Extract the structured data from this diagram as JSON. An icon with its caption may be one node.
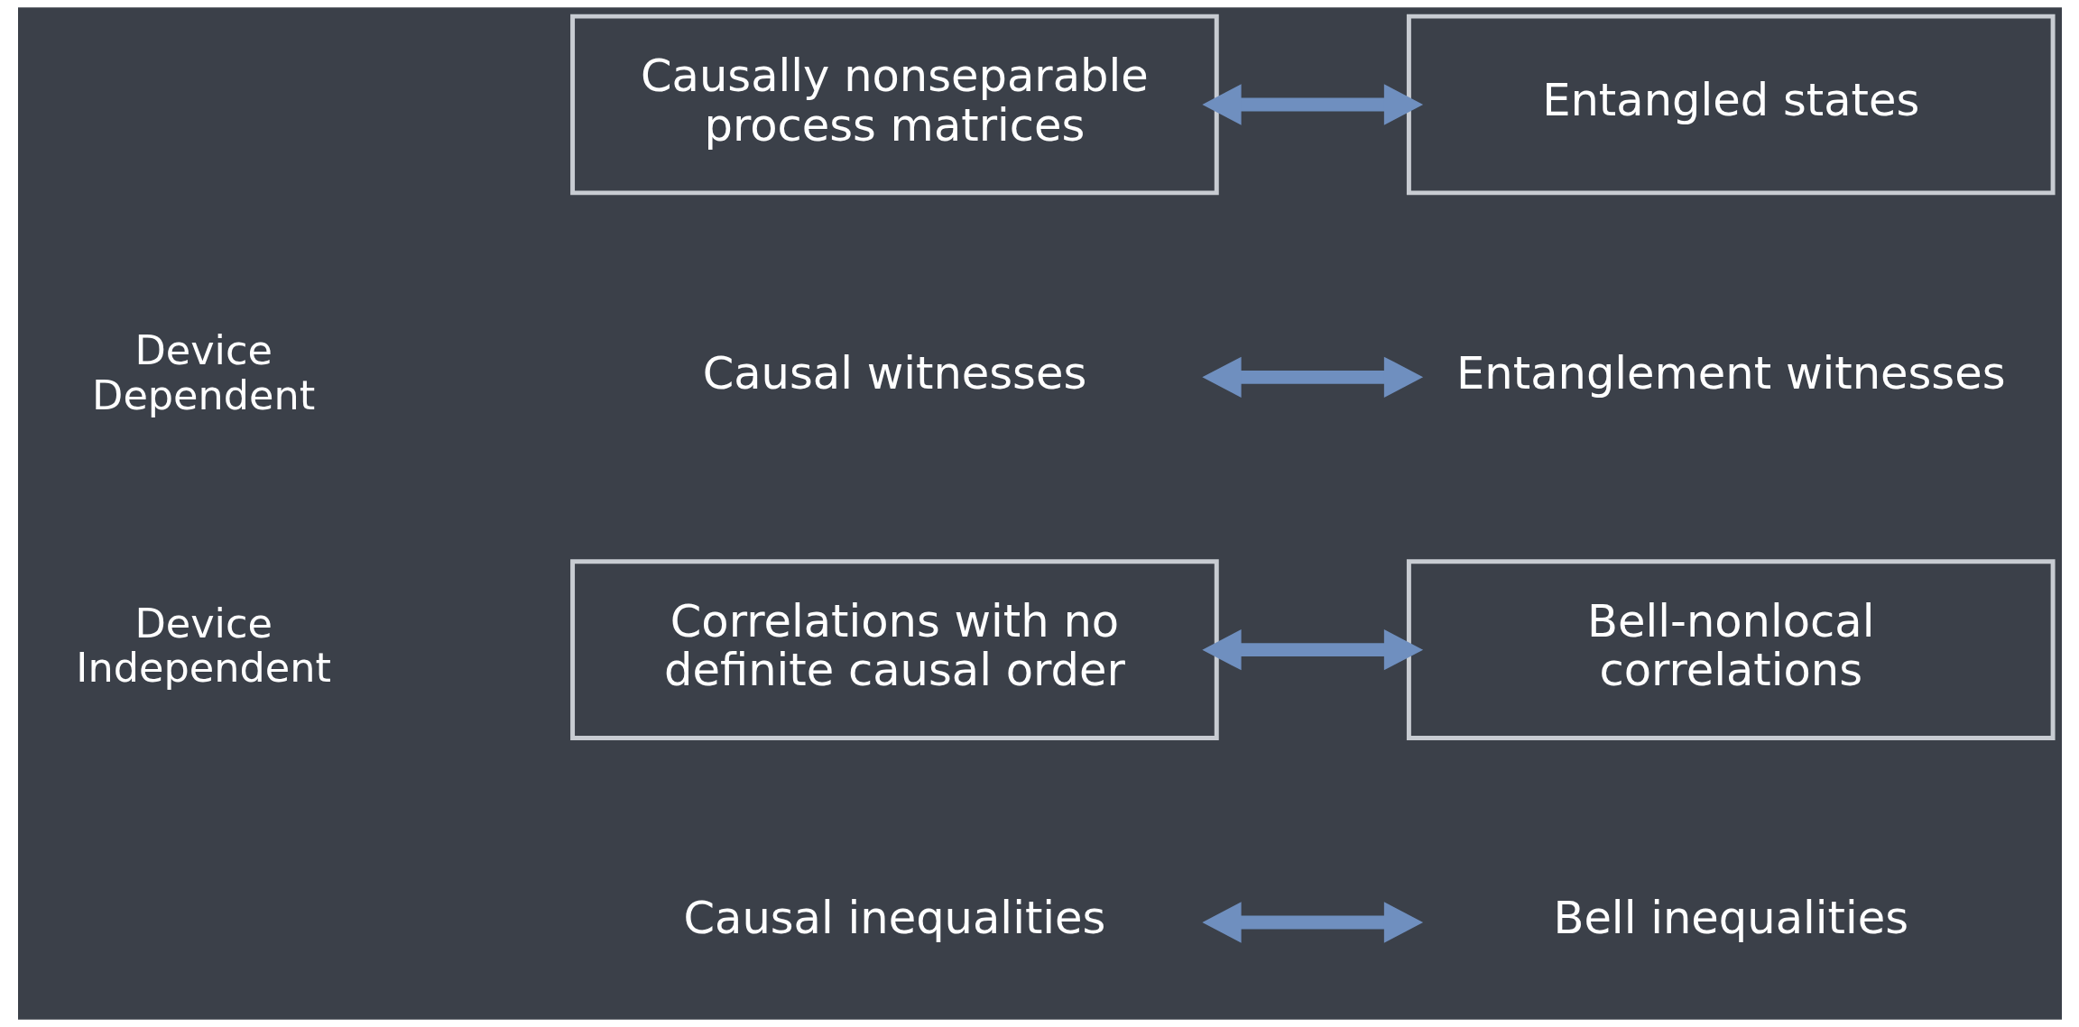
{
  "diagram": {
    "nodes": [
      {
        "text": [
          "Causally nonseparable process matrices"
        ]
      },
      {
        "text": [
          "Entangled states"
        ]
      },
      {
        "text": [
          "Causal witnesses"
        ]
      },
      {
        "text": [
          "Entanglement witnesses"
        ]
      },
      {
        "text": [
          "Correlations with no definite causal order"
        ]
      },
      {
        "text": [
          "Bell-nonlocal correlations"
        ]
      },
      {
        "text": [
          "Causal inequalities"
        ]
      },
      {
        "text": [
          "Bell inequalities"
        ]
      }
    ],
    "edges": [
      {
        "from": 0,
        "to": 1,
        "arrow": "both"
      },
      {
        "from": 2,
        "to": 3,
        "arrow": "both"
      },
      {
        "from": 4,
        "to": 5,
        "arrow": "both"
      },
      {
        "from": 6,
        "to": 7,
        "arrow": "both"
      }
    ],
    "labels": [
      "Device Dependent",
      "Device Independent"
    ]
  }
}
